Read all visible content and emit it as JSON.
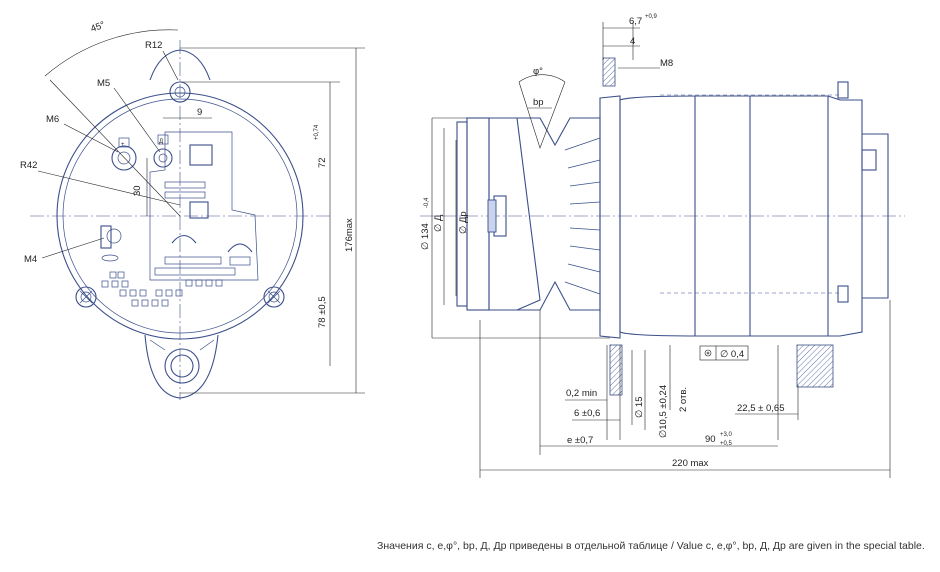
{
  "front_view": {
    "angle": "45°",
    "radius_small": "R12",
    "radius_large": "R42",
    "thread_m5": "M5",
    "thread_m6": "M6",
    "thread_m4": "M4",
    "dim_9": "9",
    "dim_30": "30",
    "dim_72": "72",
    "dim_72_tol": "+0,74",
    "dim_78": "78 ±0,5",
    "dim_176": "176max",
    "terminal_plus": "+",
    "terminal_d": "Д"
  },
  "side_view": {
    "dim_67": "6,7",
    "dim_67_tol": "+0,9",
    "dim_4": "4",
    "thread_m8": "M8",
    "phi": "φ°",
    "bp": "bp",
    "dia_134": "∅ 134",
    "dia_134_tol": "-0,4",
    "dia_d": "∅ Д",
    "dia_dp": "∅ Др",
    "runout": "∅ 0,4",
    "dim_02": "0,2 min",
    "dim_6": "6 ±0,6",
    "dia_15": "∅ 15",
    "dia_105": "∅10,5 ±0,24",
    "holes": "2 отв.",
    "dim_e": "e ±0,7",
    "dim_90": "90",
    "dim_90_tol_up": "+3,0",
    "dim_90_tol_low": "+0,5",
    "dim_225": "22,5 ± 0,65",
    "dim_220": "220 max"
  },
  "footnote": "Значения c, e,φ°, bp, Д, Др приведены в отдельной таблице / Value c, e,φ°, bp, Д, Др are given in the special table."
}
